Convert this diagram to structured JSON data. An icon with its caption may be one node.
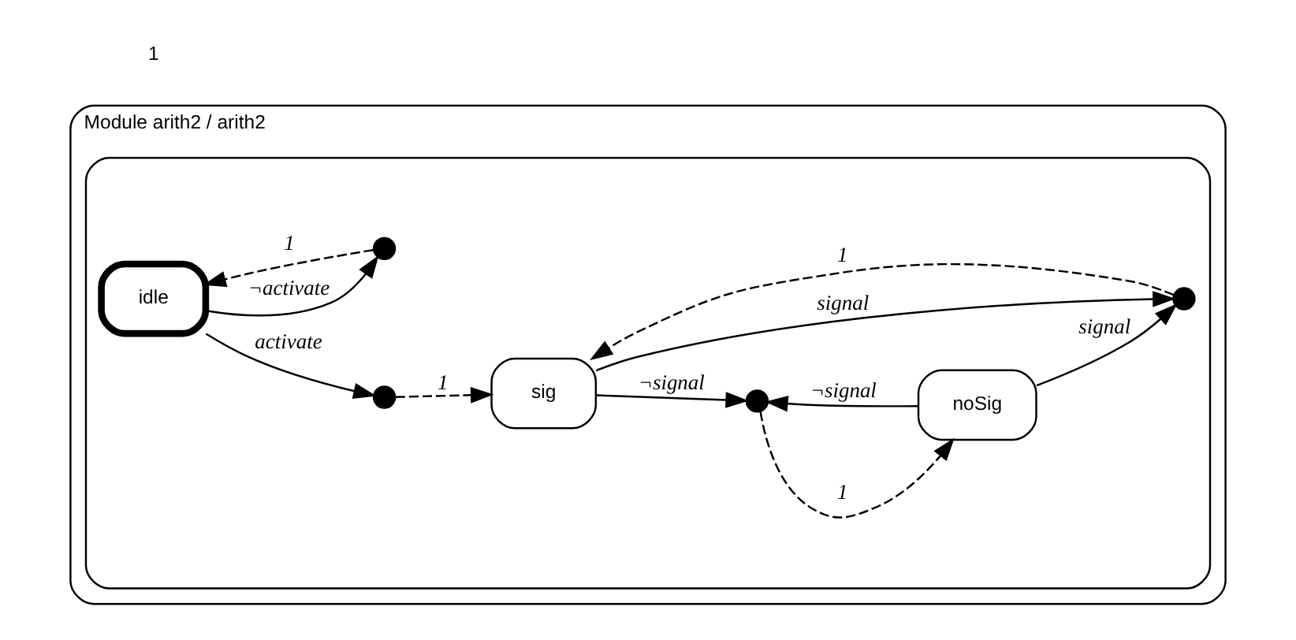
{
  "diagram": {
    "nodes": [
      {
        "text": [
          "Module arith2 / arith2"
        ]
      },
      {
        "text": [],
        "shape": "box",
        "in": 0
      },
      {
        "text": [
          "idle"
        ],
        "in": 1
      },
      {
        "text": [],
        "shape": "circle",
        "in": 1
      },
      {
        "text": [
          "sig"
        ],
        "in": 1
      },
      {
        "text": [],
        "shape": "circle",
        "in": 1
      },
      {
        "text": [
          "noSig"
        ],
        "in": 1
      },
      {
        "text": [],
        "shape": "circle",
        "in": 1
      },
      {
        "text": [],
        "shape": "circle",
        "in": 1
      }
    ],
    "edges": [
      {
        "from": 2,
        "to": 3,
        "arrow": "to",
        "label": "activate"
      },
      {
        "from": 3,
        "to": 4,
        "arrow": "to",
        "label": "1",
        "style": "dashed"
      },
      {
        "from": 2,
        "to": 7,
        "arrow": "to",
        "label": "¬activate"
      },
      {
        "from": 7,
        "to": 2,
        "arrow": "to",
        "label": "1",
        "style": "dashed"
      },
      {
        "from": 4,
        "to": 5,
        "arrow": "to",
        "label": "¬signal"
      },
      {
        "from": 5,
        "to": 6,
        "arrow": "to",
        "label": "1",
        "style": "dashed"
      },
      {
        "from": 6,
        "to": 5,
        "arrow": "to",
        "label": "¬signal"
      },
      {
        "from": 6,
        "to": 8,
        "arrow": "to",
        "label": "signal"
      },
      {
        "from": 4,
        "to": 8,
        "arrow": "to",
        "label": "signal"
      },
      {
        "from": 8,
        "to": 4,
        "arrow": "to",
        "label": "1",
        "style": "dashed"
      }
    ],
    "labels": [
      "1"
    ]
  }
}
